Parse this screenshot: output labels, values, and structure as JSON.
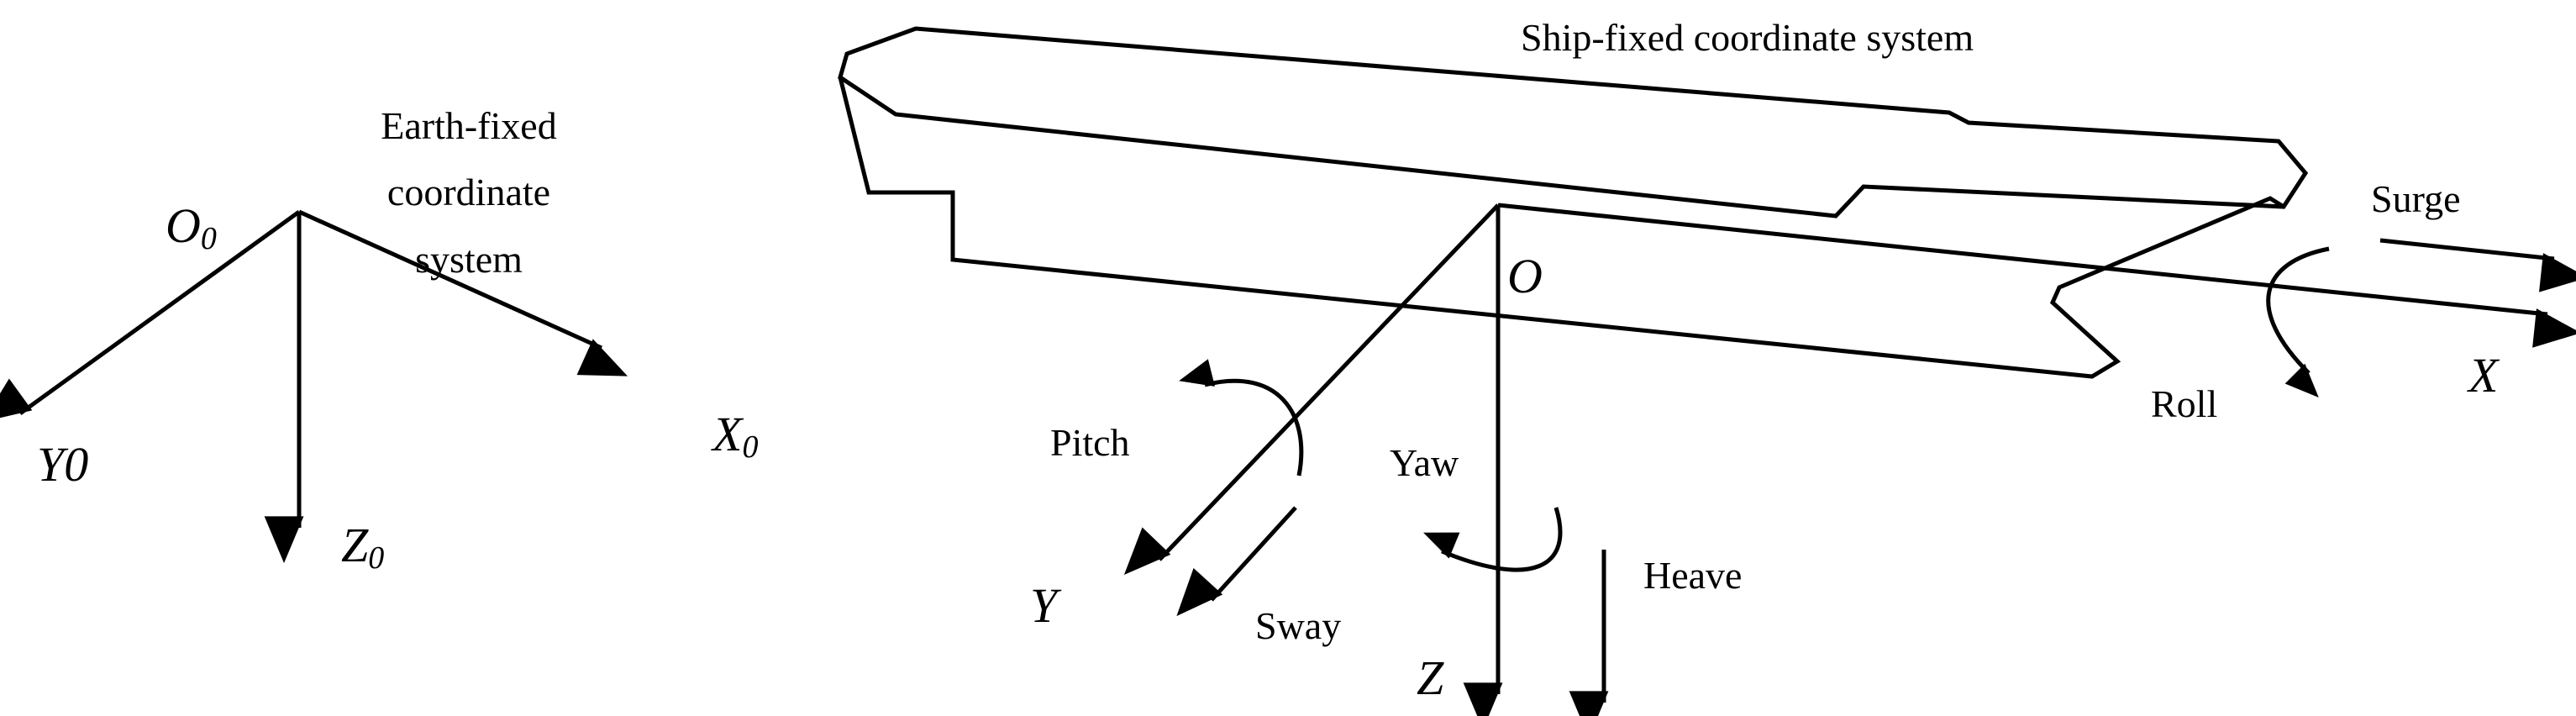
{
  "earth_frame": {
    "label_lines": [
      "Earth-fixed",
      "coordinate",
      "system"
    ],
    "origin": "O",
    "origin_sub": "0",
    "axis_x": "X",
    "axis_x_sub": "0",
    "axis_y": "Y0",
    "axis_z": "Z",
    "axis_z_sub": "0"
  },
  "ship_frame": {
    "label": "Ship-fixed coordinate system",
    "origin": "O",
    "axis_x": "X",
    "axis_y": "Y",
    "axis_z": "Z"
  },
  "motions": {
    "surge": "Surge",
    "roll": "Roll",
    "pitch": "Pitch",
    "sway": "Sway",
    "yaw": "Yaw",
    "heave": "Heave"
  }
}
